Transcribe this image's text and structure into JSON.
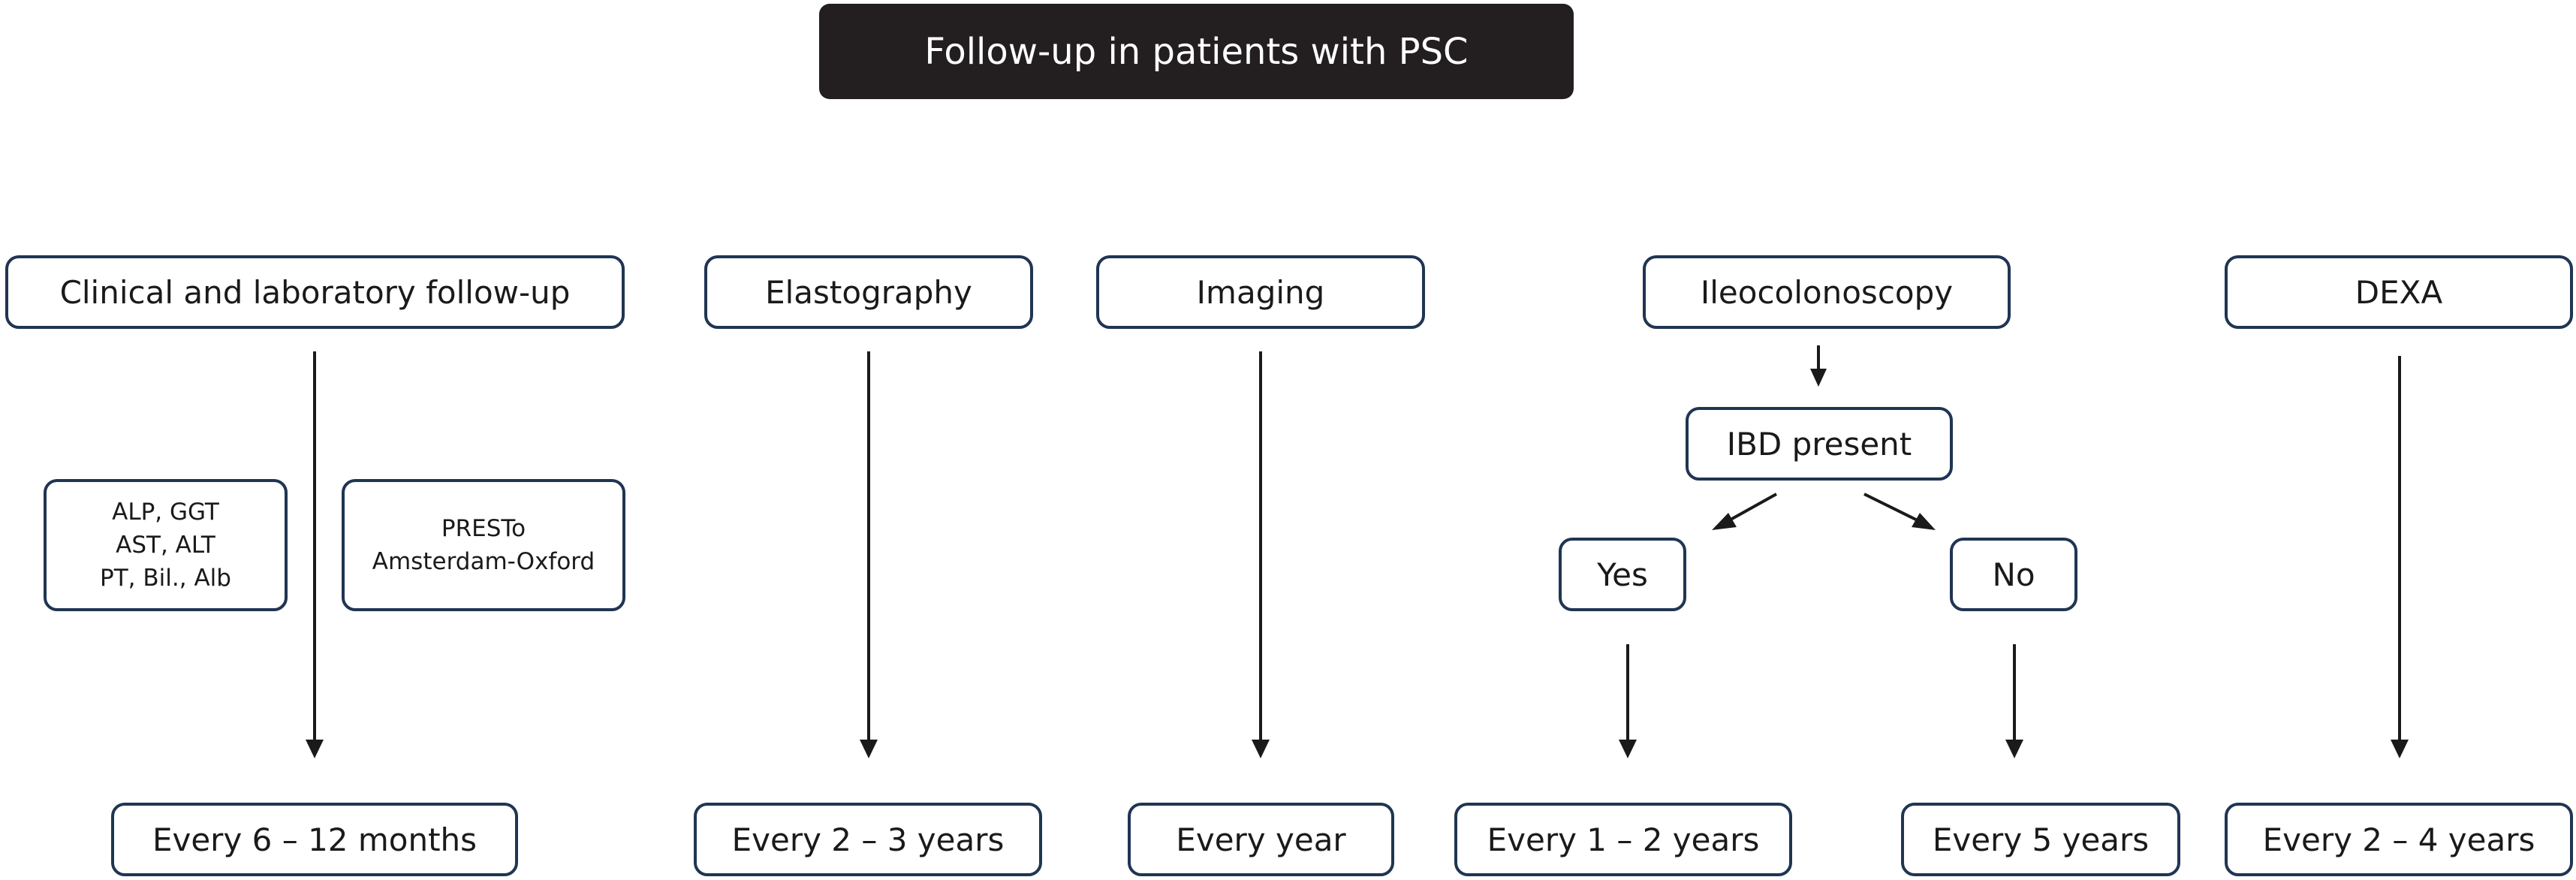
{
  "title": "Follow-up in patients with PSC",
  "columns": {
    "clinical": {
      "header": "Clinical and laboratory follow-up",
      "labs": [
        "ALP, GGT",
        "AST, ALT",
        "PT, Bil., Alb"
      ],
      "scores": [
        "PRESTo",
        "Amsterdam-Oxford"
      ],
      "frequency": "Every 6 – 12 months"
    },
    "elastography": {
      "header": "Elastography",
      "frequency": "Every 2 – 3 years"
    },
    "imaging": {
      "header": "Imaging",
      "frequency": "Every year"
    },
    "ileocolonoscopy": {
      "header": "Ileocolonoscopy",
      "question": "IBD present",
      "yes": {
        "label": "Yes",
        "frequency": "Every 1 – 2 years"
      },
      "no": {
        "label": "No",
        "frequency": "Every 5 years"
      }
    },
    "dexa": {
      "header": "DEXA",
      "frequency": "Every 2 – 4 years"
    }
  },
  "colors": {
    "title_bg": "#231f20",
    "box_border": "#1f3552",
    "arrow": "#1a1a1a"
  }
}
